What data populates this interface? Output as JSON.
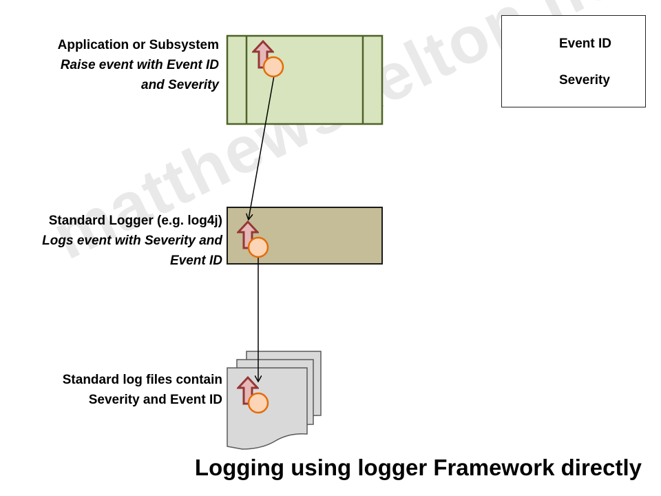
{
  "watermark": "matthewskelton.net",
  "legend": {
    "event_id_label": "Event ID",
    "severity_label": "Severity"
  },
  "nodes": {
    "application": {
      "title": "Application or Subsystem",
      "line1": "Raise event with Event ID",
      "line2": "and Severity",
      "fill": "#d7e4bd",
      "stroke": "#4f6228"
    },
    "logger": {
      "title": "Standard Logger (e.g. log4j)",
      "line1": "Logs event with Severity and",
      "line2": "Event ID",
      "fill": "#c4bd97",
      "stroke": "#1a1a1a"
    },
    "logfiles": {
      "line1": "Standard log files contain",
      "line2": "Severity and Event ID",
      "fill": "#d9d9d9"
    }
  },
  "colors": {
    "event_id_fill": "#fbd5b5",
    "event_id_stroke": "#e46c0a",
    "severity_fill": "#e6b9b8",
    "severity_stroke": "#953735"
  },
  "title": "Logging using logger Framework directly"
}
